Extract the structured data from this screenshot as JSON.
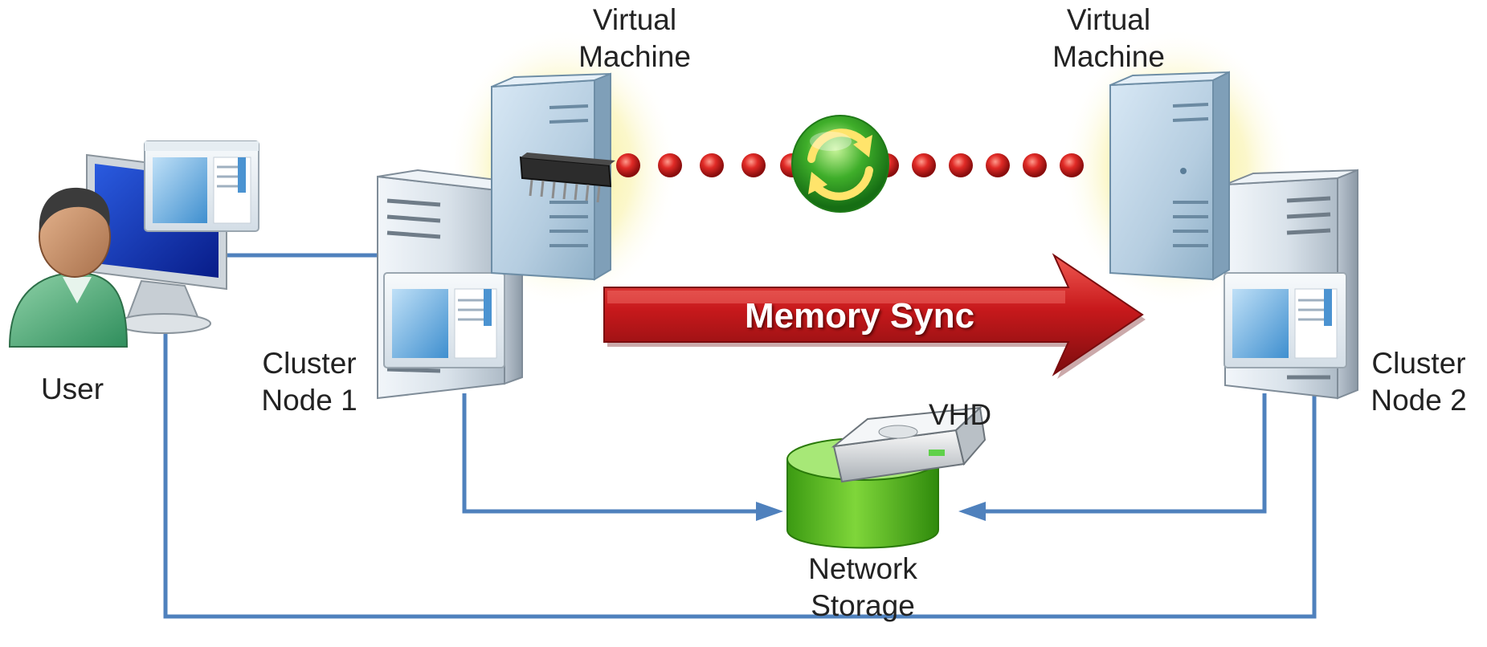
{
  "labels": {
    "vm_left": [
      "Virtual",
      "Machine"
    ],
    "vm_right": [
      "Virtual",
      "Machine"
    ],
    "user": "User",
    "node1": [
      "Cluster",
      "Node 1"
    ],
    "node2": [
      "Cluster",
      "Node 2"
    ],
    "vhd": "VHD",
    "storage": [
      "Network",
      "Storage"
    ],
    "memory_sync": "Memory Sync"
  },
  "colors": {
    "connector": "#4f81bd",
    "sync_arrow": "#c0181c",
    "sync_beads": "#d42a2a",
    "sync_icon": "#3fae2a",
    "storage_cylinder": "#4fb81c",
    "vm_glow": "#f7ec7a",
    "monitor_screen": "#0d2ea8"
  },
  "icons": {
    "user": "user-person-icon",
    "computer": "monitor-icon",
    "server": "server-tower-icon",
    "memory": "memory-chip-icon",
    "sync": "sync-refresh-icon",
    "disk": "hard-disk-icon",
    "storage": "storage-cylinder-icon"
  }
}
